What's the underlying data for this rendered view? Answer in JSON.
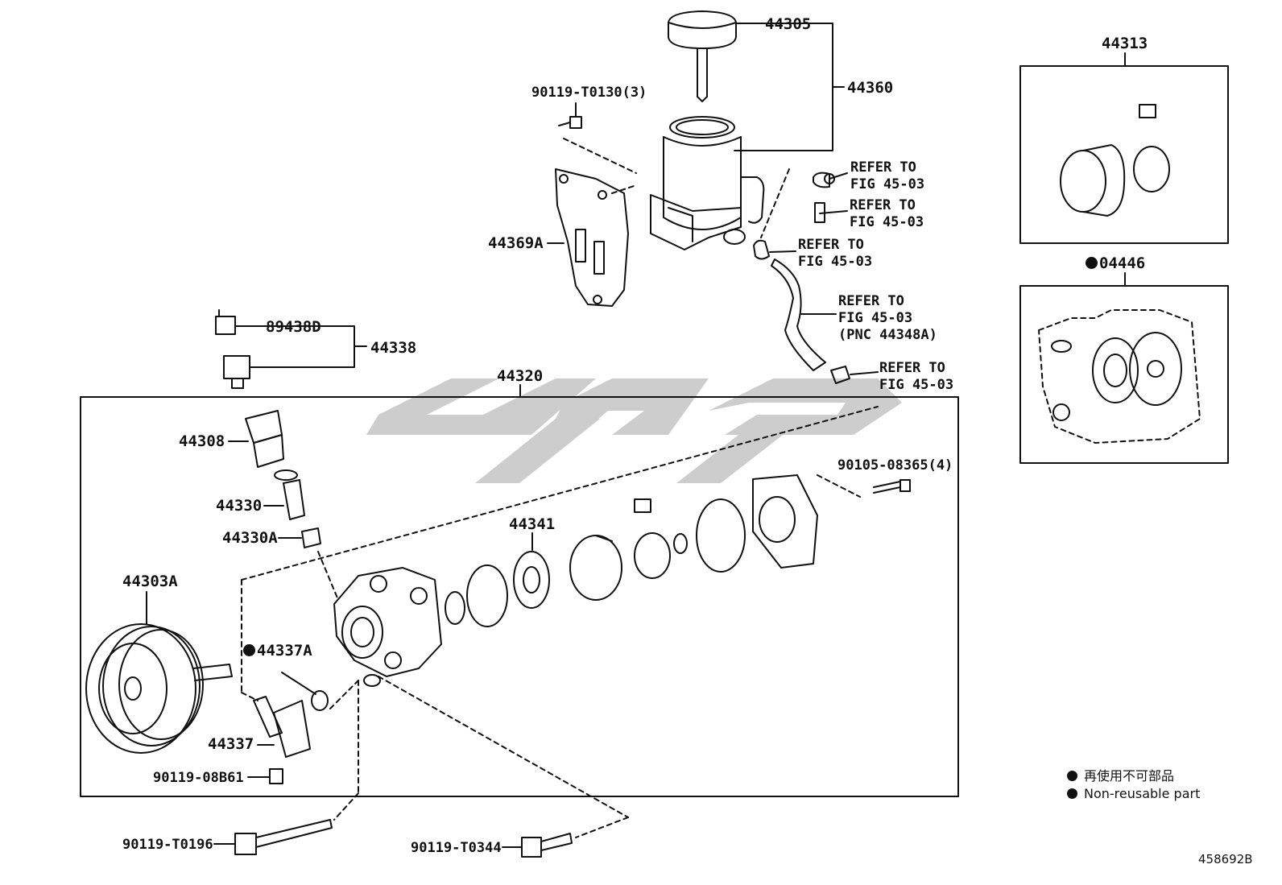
{
  "diagram": {
    "figure_code": "458692B",
    "group_boxes": [
      {
        "id": "pump-assembly",
        "label": "44320"
      },
      {
        "id": "cover-kit",
        "label": "44313"
      },
      {
        "id": "gasket-kit",
        "label": "04446",
        "non_reusable": true
      }
    ],
    "part_labels": [
      {
        "id": "44305",
        "text": "44305"
      },
      {
        "id": "44360",
        "text": "44360"
      },
      {
        "id": "90119-T0130",
        "text": "90119-T0130(3)"
      },
      {
        "id": "44369A",
        "text": "44369A"
      },
      {
        "id": "89438D",
        "text": "89438D"
      },
      {
        "id": "44338",
        "text": "44338"
      },
      {
        "id": "44308",
        "text": "44308"
      },
      {
        "id": "44330",
        "text": "44330"
      },
      {
        "id": "44330A",
        "text": "44330A"
      },
      {
        "id": "44341",
        "text": "44341"
      },
      {
        "id": "44303A",
        "text": "44303A"
      },
      {
        "id": "44337A",
        "text": "44337A",
        "non_reusable": true
      },
      {
        "id": "44337",
        "text": "44337"
      },
      {
        "id": "90119-08B61",
        "text": "90119-08B61"
      },
      {
        "id": "90105-08365",
        "text": "90105-08365(4)"
      },
      {
        "id": "90119-T0196",
        "text": "90119-T0196"
      },
      {
        "id": "90119-T0344",
        "text": "90119-T0344"
      }
    ],
    "references": [
      {
        "id": "ref-1",
        "text": "REFER TO\nFIG 45-03"
      },
      {
        "id": "ref-2",
        "text": "REFER TO\nFIG 45-03"
      },
      {
        "id": "ref-3",
        "text": "REFER TO\nFIG 45-03"
      },
      {
        "id": "ref-4",
        "text": "REFER TO\nFIG 45-03\n(PNC 44348A)"
      },
      {
        "id": "ref-5",
        "text": "REFER TO\nFIG 45-03"
      }
    ],
    "legend": [
      {
        "text": "再使用不可部品",
        "symbol": "filled-circle"
      },
      {
        "text": "Non-reusable part",
        "symbol": "filled-circle"
      }
    ]
  }
}
